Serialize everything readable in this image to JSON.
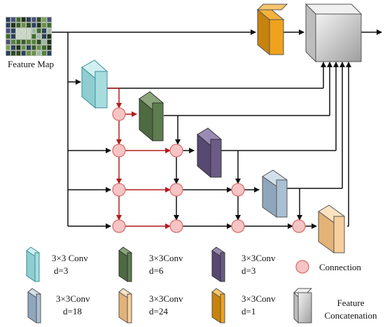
{
  "feature_map": {
    "label": "Feature Map"
  },
  "colors": {
    "conv_d3": "#a8dde0",
    "conv_d6": "#5f7d4f",
    "conv_d3_purple": "#6b5b86",
    "conv_d18": "#a9bfd3",
    "conv_d24": "#f7cf9c",
    "conv_d1": "#f0a21c",
    "connection_fill": "#f6c4c4",
    "connection_stroke": "#d97070",
    "concat": "#d4d4d4",
    "arrow_black": "#111111",
    "arrow_red": "#b31b1b"
  },
  "legend": {
    "conv_d3": {
      "line1": "3×3 Conv",
      "line2": "d=3"
    },
    "conv_d6": {
      "line1": "3×3Conv",
      "line2": "d=6"
    },
    "conv_d3_purple": {
      "line1": "3×3Conv",
      "line2": "d=3"
    },
    "connection": {
      "label": "Connection"
    },
    "conv_d18": {
      "line1": "3×3Conv",
      "line2": "d=18"
    },
    "conv_d24": {
      "line1": "3×3Conv",
      "line2": "d=24"
    },
    "conv_d1": {
      "line1": "3×3Conv",
      "line2": "d=1"
    },
    "concat": {
      "line1": "Feature",
      "line2": "Concatenation"
    }
  }
}
